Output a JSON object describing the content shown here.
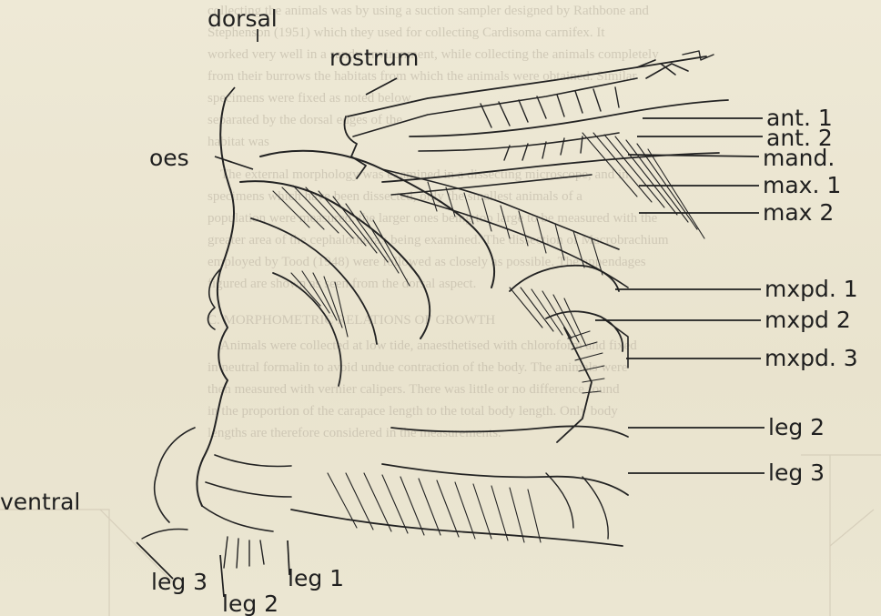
{
  "figure": {
    "labels": {
      "dorsal": "dorsal",
      "ventral": "ventral",
      "rostrum": "rostrum",
      "oes": "oes",
      "ant1": "ant. 1",
      "ant2": "ant. 2",
      "mand": "mand.",
      "max1": "max. 1",
      "max2": "max 2",
      "mxpd1": "mxpd. 1",
      "mxpd2": "mxpd 2",
      "mxpd3": "mxpd. 3",
      "leg2_right": "leg 2",
      "leg3_right": "leg 3",
      "leg3_bottom": "leg 3",
      "leg2_bottom": "leg 2",
      "leg1_bottom": "leg 1"
    }
  },
  "background_text": {
    "lines": [
      "collecting the animals was by using a suction sampler designed by Rathbone and",
      "Stephenson (1951) which they used for collecting Cardisoma carnifex. It",
      "worked very well in a sandy environment, while collecting the animals completely",
      "from their burrows the habitats from which the animals were obtained. Similar",
      "specimens were fixed as noted below.",
      "separated by the dorsal edges of the",
      "habitat was",
      "The external morphology was examined in a dissecting microscope, and in",
      "specimens which have been dissected, only the smallest animals of a",
      "population were measured, the larger ones being too large to be measured with the",
      "greater area of the cephalothorax being examined. The dissection of Macrobrachium",
      "employed by Tood (1948) were followed as closely as possible. The appendages",
      "figured are shown as seen from the dorsal aspect.",
      "C. MORPHOMETRIC RELATIONS OF GROWTH",
      "Animals were collected at low tide, anaesthetised with chloroform and fixed",
      "in neutral formalin to avoid undue contraction of the body. The animals were",
      "then measured with vernier calipers. There was little or no difference found",
      "in the proportion of the carapace length to the total body length. Only body",
      "lengths are therefore considered in the measurements."
    ]
  }
}
